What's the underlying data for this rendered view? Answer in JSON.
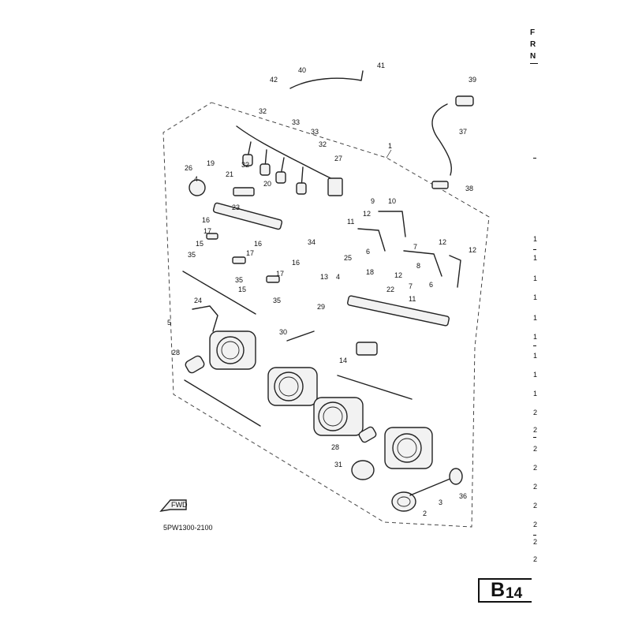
{
  "diagram": {
    "reference_code": "5PW1300-2100",
    "fwd_label": "FWD",
    "callouts": [
      "1",
      "2",
      "3",
      "4",
      "4",
      "5",
      "6",
      "6",
      "7",
      "7",
      "8",
      "9",
      "10",
      "11",
      "11",
      "12",
      "12",
      "12",
      "12",
      "13",
      "14",
      "15",
      "15",
      "16",
      "16",
      "16",
      "17",
      "17",
      "17",
      "18",
      "19",
      "20",
      "21",
      "22",
      "23",
      "24",
      "25",
      "26",
      "27",
      "28",
      "28",
      "29",
      "30",
      "31",
      "32",
      "32",
      "32",
      "33",
      "33",
      "34",
      "35",
      "35",
      "35",
      "36",
      "37",
      "38",
      "39",
      "40",
      "41",
      "42"
    ]
  },
  "side_header": {
    "letters": [
      "F",
      "R",
      "N"
    ]
  },
  "right_column_refs": [
    "1",
    "1",
    "1",
    "1",
    "1",
    "1",
    "1",
    "1",
    "1",
    "2",
    "2",
    "2",
    "2",
    "2",
    "2",
    "2",
    "2",
    "2"
  ],
  "page_badge": {
    "letter": "B",
    "number": "14"
  },
  "colors": {
    "ink": "#222222",
    "background": "#ffffff"
  }
}
